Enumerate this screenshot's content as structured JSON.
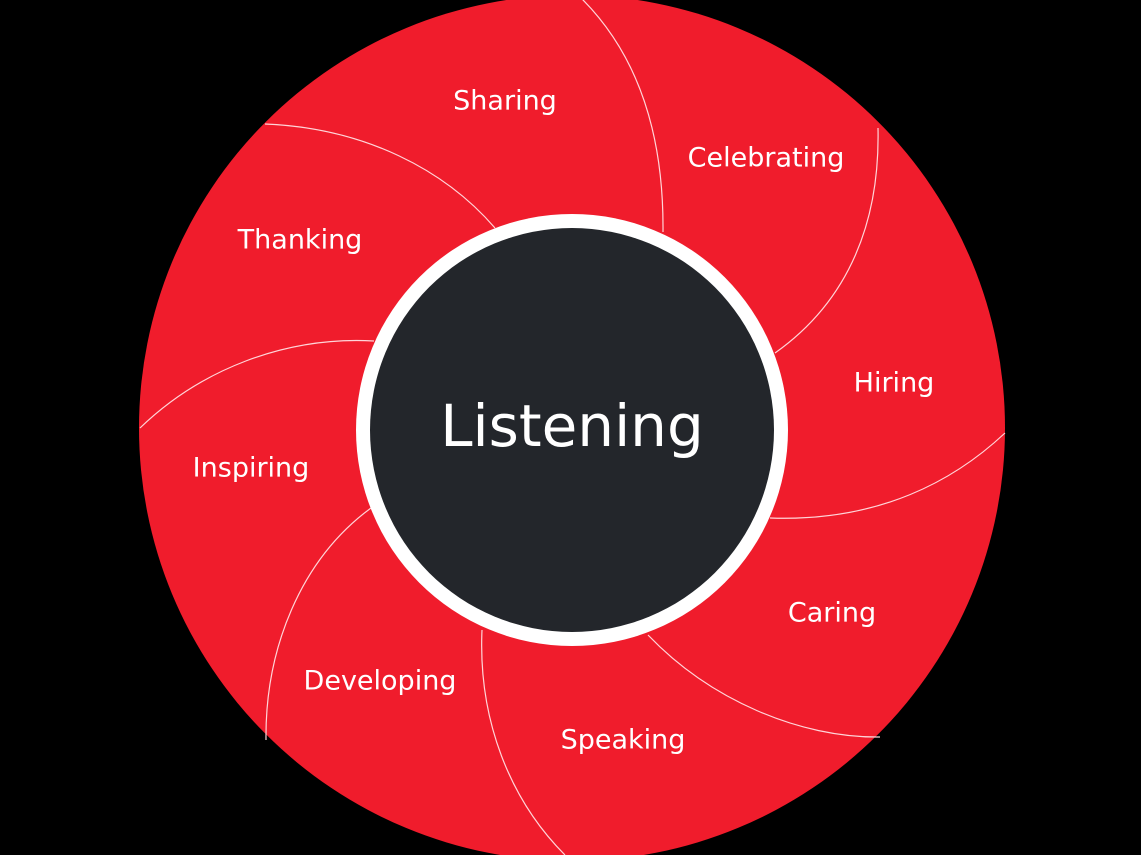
{
  "diagram": {
    "center": {
      "label": "Listening"
    },
    "segments": [
      {
        "id": "sharing",
        "label": "Sharing"
      },
      {
        "id": "celebrating",
        "label": "Celebrating"
      },
      {
        "id": "hiring",
        "label": "Hiring"
      },
      {
        "id": "caring",
        "label": "Caring"
      },
      {
        "id": "speaking",
        "label": "Speaking"
      },
      {
        "id": "developing",
        "label": "Developing"
      },
      {
        "id": "inspiring",
        "label": "Inspiring"
      },
      {
        "id": "thanking",
        "label": "Thanking"
      }
    ]
  },
  "colors": {
    "background": "#000000",
    "outer_ring": "#f01c2c",
    "divider": "#ffd5d9",
    "center_fill": "#23262b",
    "center_border": "#ffffff",
    "text": "#ffffff"
  }
}
